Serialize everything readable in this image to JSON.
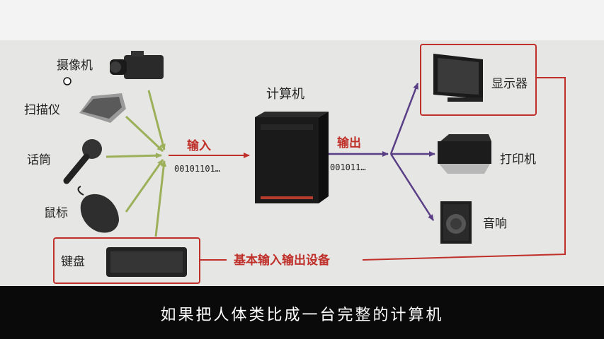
{
  "diagram": {
    "inputs": [
      {
        "label": "摄像机",
        "icon": "camcorder-icon"
      },
      {
        "label": "扫描仪",
        "icon": "scanner-icon"
      },
      {
        "label": "话筒",
        "icon": "microphone-icon"
      },
      {
        "label": "鼠标",
        "icon": "mouse-icon"
      },
      {
        "label": "键盘",
        "icon": "keyboard-icon"
      }
    ],
    "computer": {
      "label": "计算机",
      "icon": "computer-tower-icon"
    },
    "input_label": "输入",
    "input_bits": "00101101…",
    "output_label": "输出",
    "output_bits": "001011…",
    "outputs": [
      {
        "label": "显示器",
        "icon": "monitor-icon"
      },
      {
        "label": "打印机",
        "icon": "printer-icon"
      },
      {
        "label": "音响",
        "icon": "speaker-icon"
      }
    ],
    "basic_devices_label": "基本输入输出设备",
    "colors": {
      "input_arrow": "#9cb05a",
      "output_arrow": "#5a3f86",
      "highlight": "#c0302a"
    }
  },
  "subtitle": "如果把人体类比成一台完整的计算机"
}
